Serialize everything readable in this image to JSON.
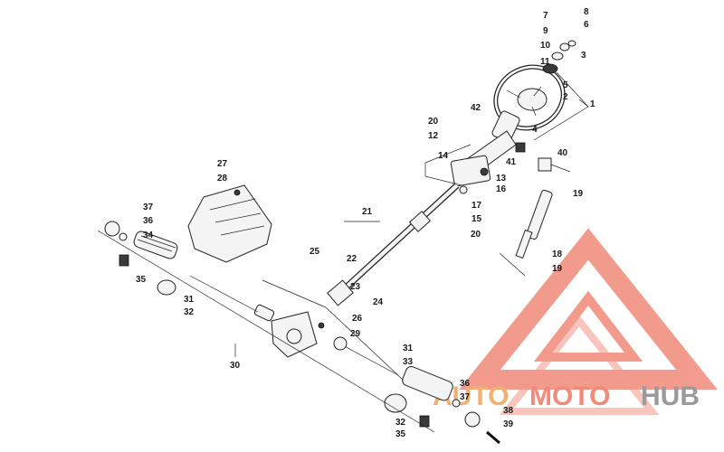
{
  "diagram": {
    "callouts": [
      "1",
      "2",
      "3",
      "4",
      "5",
      "6",
      "7",
      "8",
      "9",
      "10",
      "11",
      "12",
      "13",
      "14",
      "15",
      "16",
      "17",
      "18",
      "19",
      "19",
      "20",
      "20",
      "21",
      "22",
      "23",
      "24",
      "25",
      "26",
      "27",
      "28",
      "29",
      "30",
      "31",
      "31",
      "32",
      "32",
      "33",
      "34",
      "35",
      "35",
      "36",
      "36",
      "37",
      "37",
      "38",
      "39",
      "40",
      "41",
      "42"
    ]
  },
  "watermark": {
    "word_1": "AUTO",
    "word_2": "MOTO",
    "word_3": "HUB",
    "color_primary": "#f08a7a",
    "color_secondary": "#9a9a9a"
  }
}
